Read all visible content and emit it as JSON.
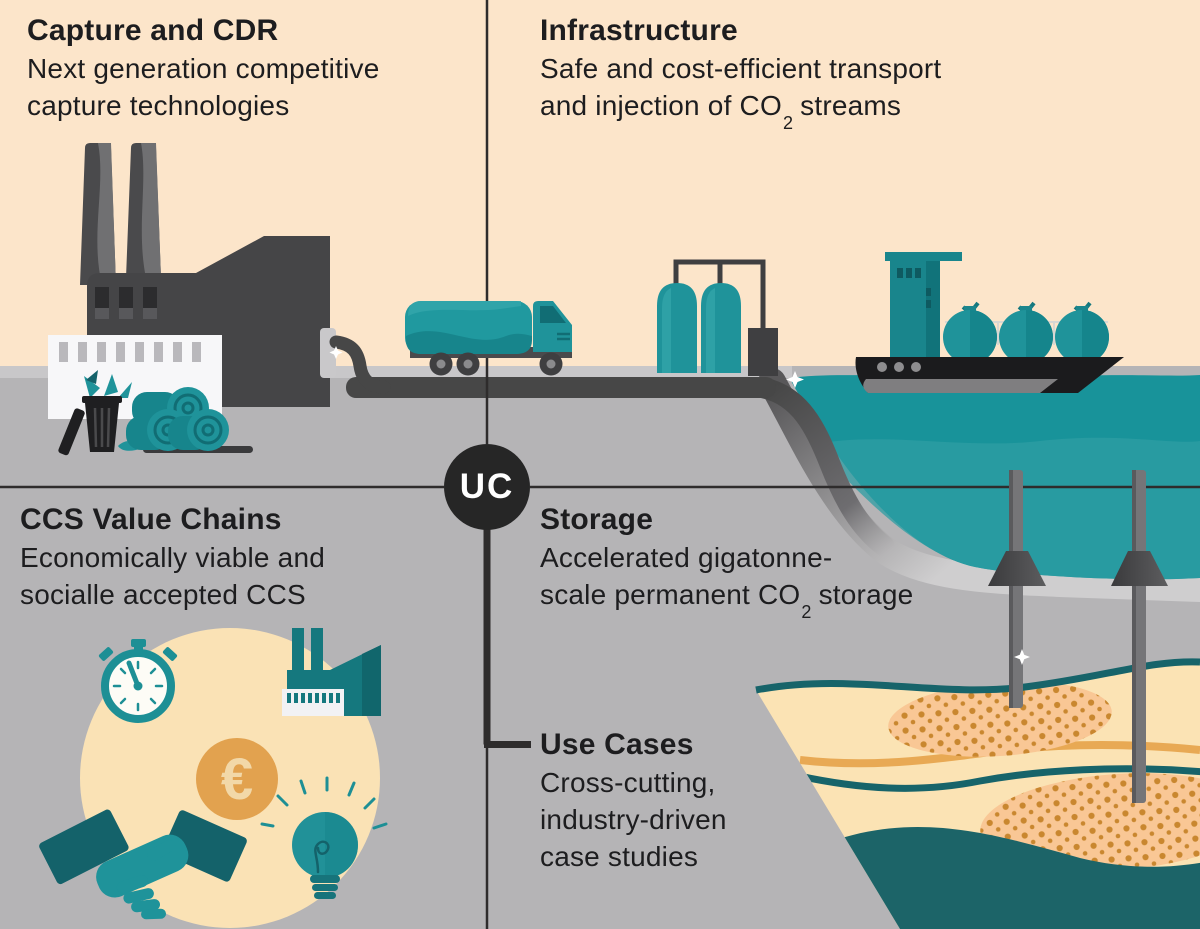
{
  "badge": {
    "label": "UC"
  },
  "quadrants": {
    "capture_cdr": {
      "title": "Capture and CDR",
      "line1": "Next generation competitive",
      "line2": "capture technologies"
    },
    "infrastructure": {
      "title": "Infrastructure",
      "line1": "Safe and cost-efficient transport",
      "line2_pre": "and injection of CO",
      "line2_sub": "2",
      "line2_post": " streams"
    },
    "ccs_value_chains": {
      "title": "CCS Value Chains",
      "line1": "Economically viable and",
      "line2": "socialle accepted CCS"
    },
    "storage": {
      "title": "Storage",
      "line1": "Accelerated gigatonne-",
      "line2_pre": "scale permanent CO",
      "line2_sub": "2",
      "line2_post": " storage"
    },
    "use_cases": {
      "title": "Use Cases",
      "line1": "Cross-cutting,",
      "line2": "industry-driven",
      "line3": "case studies"
    }
  },
  "value_chain_icons": {
    "euro_symbol": "€"
  },
  "icon_names": [
    "factory-icon",
    "trash-bin-icon",
    "biomass-bales-icon",
    "factory-pipe-icon",
    "tanker-truck-icon",
    "storage-tanks-icon",
    "injection-facility-icon",
    "pipeline-icon",
    "ship-icon",
    "sea",
    "seabed-slope",
    "wellhead-icon",
    "injection-well-pipe",
    "reservoir-layer",
    "stopwatch-icon",
    "small-factory-icon",
    "euro-coin-icon",
    "handshake-icon",
    "lightbulb-icon",
    "sparkle-icon",
    "uc-badge"
  ],
  "colors": {
    "sky_peach": "#fce5ca",
    "ground_gray": "#b5b4b6",
    "ground_light": "#c8c7c9",
    "sea_teal": "#18939a",
    "sea_band": "#2d9ea3",
    "teal": "#1f939a",
    "teal_dark": "#14626a",
    "geology_line_teal": "#17646a",
    "sand": "#fbe3b4",
    "circle_sand": "#fae2b5",
    "orange": "#e2a24f",
    "orange_stripe": "#e8a954",
    "reservoir": "#f9c795",
    "reservoir_dots": "#c9872f",
    "dark_gray": "#474747",
    "near_black": "#262626",
    "text": "#1d1d1f",
    "white": "#ffffff"
  }
}
